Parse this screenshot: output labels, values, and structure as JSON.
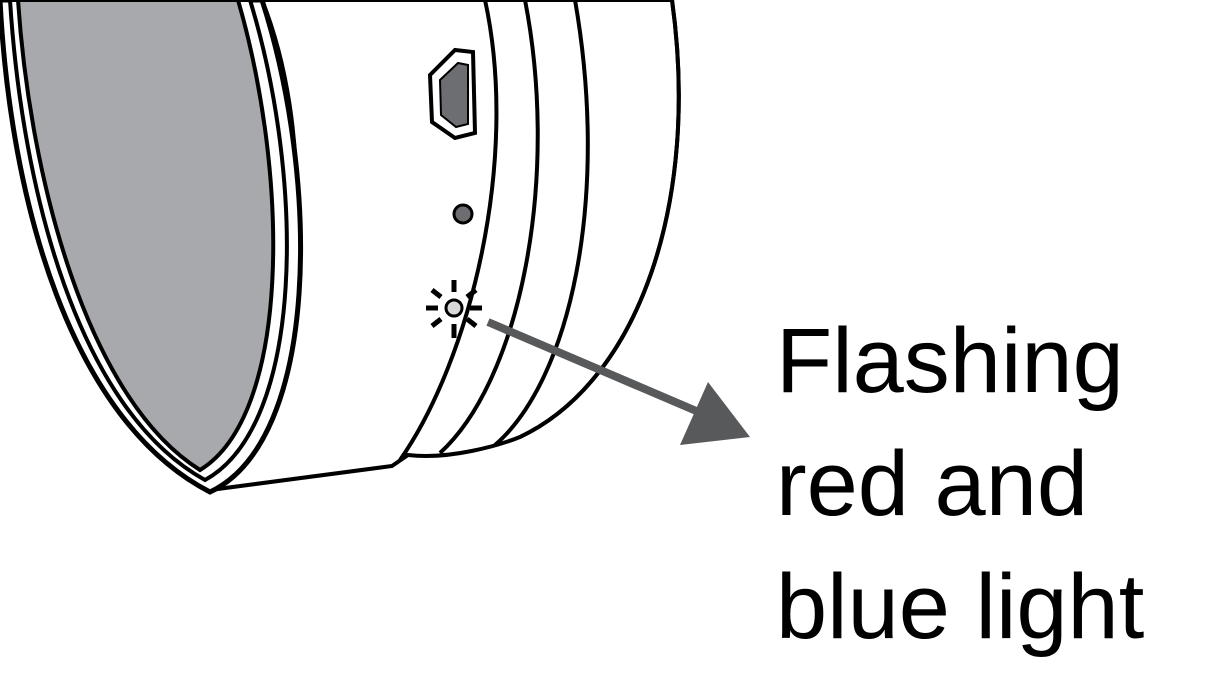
{
  "callout": {
    "lines": [
      "Flashing",
      "red and",
      "blue light"
    ]
  },
  "colors": {
    "outline": "#000000",
    "lens_fill": "#a7a9ac",
    "port_fill": "#6d6e71",
    "button_fill": "#6d6e71",
    "led_fill": "#d9d9d9",
    "arrow": "#58595b"
  },
  "icons": {
    "usb_port": "micro-usb-port-icon",
    "button": "reset-button-icon",
    "led": "flashing-led-icon",
    "arrow": "arrow-right-icon"
  }
}
